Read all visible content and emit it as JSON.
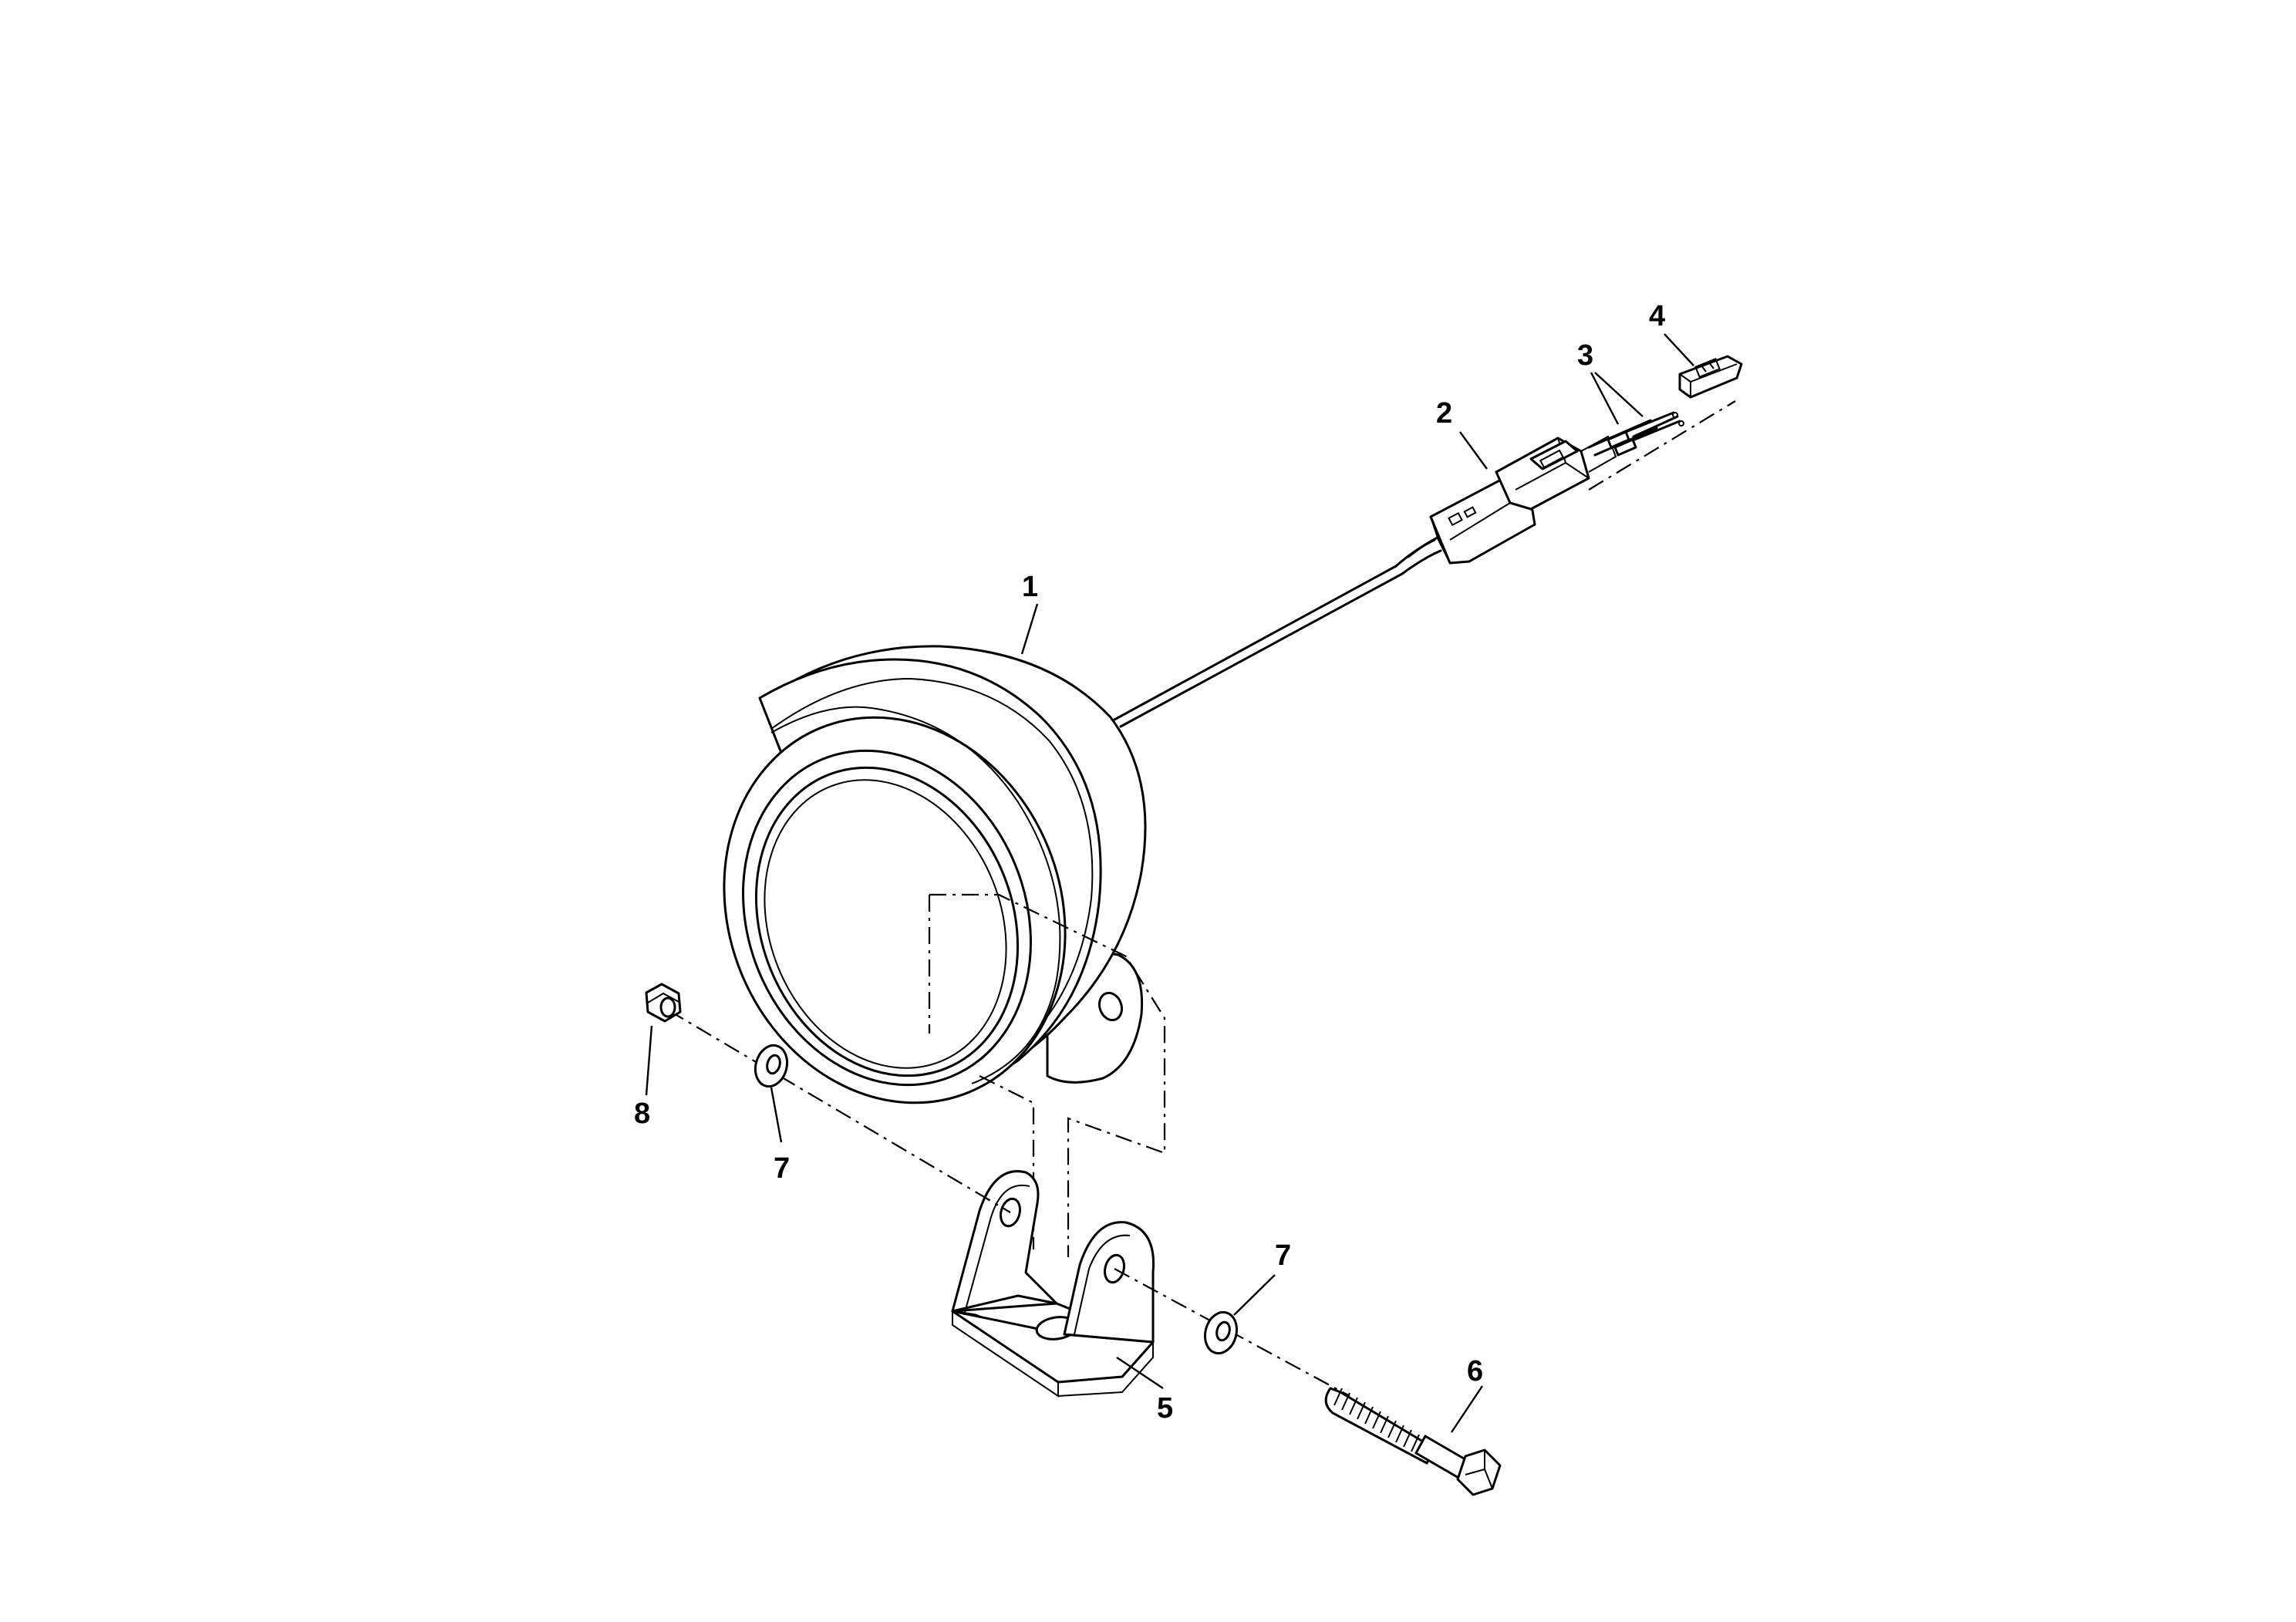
{
  "diagram": {
    "callouts": [
      {
        "id": "c1",
        "label": "1"
      },
      {
        "id": "c2",
        "label": "2"
      },
      {
        "id": "c3",
        "label": "3"
      },
      {
        "id": "c4",
        "label": "4"
      },
      {
        "id": "c5",
        "label": "5"
      },
      {
        "id": "c6",
        "label": "6"
      },
      {
        "id": "c7a",
        "label": "7"
      },
      {
        "id": "c7b",
        "label": "7"
      },
      {
        "id": "c8",
        "label": "8"
      }
    ]
  }
}
